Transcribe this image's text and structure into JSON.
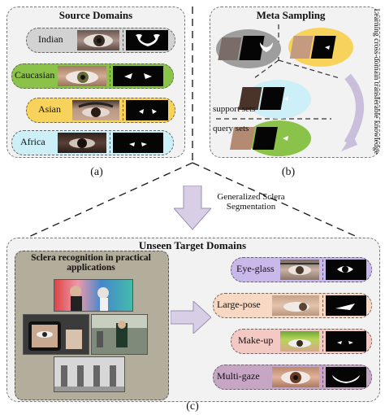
{
  "panel_a": {
    "title": "Source Domains",
    "caption": "(a)",
    "domains": [
      {
        "label": "Indian",
        "color": "#d2d2d2"
      },
      {
        "label": "Caucasian",
        "color": "#8bc34a"
      },
      {
        "label": "Asian",
        "color": "#f7d35c"
      },
      {
        "label": "Africa",
        "color": "#cdeff7"
      }
    ]
  },
  "panel_b": {
    "title": "Meta Sampling",
    "caption": "(b)",
    "side_text": "Learning cross-domain transferable knowledge",
    "support_label": "support sets",
    "query_label": "query sets"
  },
  "arrow_label": "Generalized Sclera\nSegmentation",
  "panel_c": {
    "title": "Unseen Target Domains",
    "caption": "(c)",
    "inner_title": "Sclera recognition in practical\napplications",
    "targets": [
      {
        "label": "Eye-glass",
        "color": "#c9b8ea"
      },
      {
        "label": "Large-pose",
        "color": "#f8d8c2"
      },
      {
        "label": "Make-up",
        "color": "#f4c9c3"
      },
      {
        "label": "Multi-gaze",
        "color": "#c7a5c4"
      }
    ]
  },
  "colors": {
    "panel_bg": "#f2f2f2",
    "inner_bg": "#b3ad9b",
    "arrow": "#d8cfe6",
    "arrow_stroke": "#9a8fb0"
  }
}
